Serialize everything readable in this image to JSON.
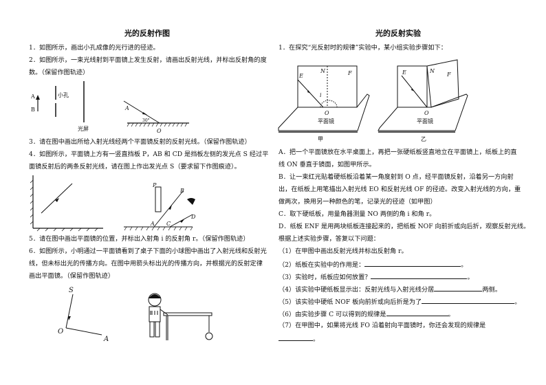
{
  "left": {
    "title": "光的反射作图",
    "q1": "1．如图所示，画出小孔成像的光行进的径迹。",
    "q2_l1": "2．如图所示，一束光线射到平面镜上发生反射，请画出反射光线，并标出反射角的度",
    "q2_l2": "数。（保留作图轨迹）",
    "fig1": {
      "a": "A",
      "b": "B",
      "hole": "小孔",
      "screen": "光屏"
    },
    "fig2": {
      "a": "A",
      "angle": "30°",
      "o": "O"
    },
    "q3": "3．请在图中画出所给入射光线经两个平面镜反射的反射光线。（保留作图轨迹）",
    "q4_l1": "4．如图所示，平面镜上方有一竖直挡板 P，AB 和 CD 是挡板左侧的发光点 S 经过平",
    "q4_l2": "面镜反射后的两条反射光线，请在图上作出发光点 S（要求留下作图痕迹）。",
    "fig4": {
      "p": "P",
      "b": "B",
      "a": "A",
      "c": "C",
      "d": "D"
    },
    "q5": "5．请在图中画出平面镜的位置，并标出入射角 i 的反射角 r。（保留作图轨迹）",
    "q6_l1": "6．如图所示，小明通过一平面镜看到了桌子下面的小球图中画出了入射光线和反射光",
    "q6_l2": "线，但未标出光的传播方向。在图中用箭头标出光的传播方向，并根据光的反射定律",
    "q6_l3": "画出平面镜。（保留作图轨迹）",
    "fig5": {
      "s": "S",
      "o": "O",
      "a": "A"
    }
  },
  "right": {
    "title": "光的反射实验",
    "q1": "1．在探究“光反射时的规律”实验中，某小组实验步骤如下：",
    "fig_jia": {
      "e": "E",
      "n": "N",
      "f": "F",
      "i": "i",
      "o": "O",
      "mirror": "平面镜",
      "caption": "甲"
    },
    "fig_yi": {
      "e": "E",
      "n": "N",
      "f": "F",
      "o": "O",
      "mirror": "平面镜",
      "caption": "乙"
    },
    "stepA_l1": "A．把一个平面镜放在水平桌面上，再把一张硬纸板竖直地立在平面镜上，纸板上的直",
    "stepA_l2": "线 ON 垂直于镜面，如图甲所示。",
    "stepB_l1": "B．让一束红光贴着硬纸板沿着某一角度射到 O 点，经平面镜反射，沿着另一方向射",
    "stepB_l2": "出，在纸板上用笔描出入射光线 EO 和反射光线 OF 的径迹。改变入射光线的方向，重",
    "stepB_l3": "做两次，换用另一种颜色的笔，记录光的径迹（如甲图）",
    "stepC": "C．取下硬纸板，用量角器测量 NO 两侧的角 i 和角 r。",
    "stepD": "D．纸板 ENF 是用两块纸板连接起来的，把纸板 NOF 向前折或向后折，观察反射光线。",
    "intro": "根据上述实验步骤，答复以下问题：",
    "sub1": "（1）在甲图中画出反射光线并标出反射角 r。",
    "sub2": "（2）纸板在实验中的作用是：",
    "sub3": "（3）实验时，纸板应如何放置？",
    "sub4a": "（4）该实验中硬纸板显示出：反射光线与入射光线分居",
    "sub4b": "两侧。",
    "sub5": "（5）该实验中硬纸 NOF 板向前折或向后折是为了",
    "sub6": "（6）由实验步骤 C 可以得到的规律是",
    "sub7": "（7）在甲图中，如果将光线 FO 沿着射向平面镜时，你还会发现的规律是",
    "period": "。"
  }
}
